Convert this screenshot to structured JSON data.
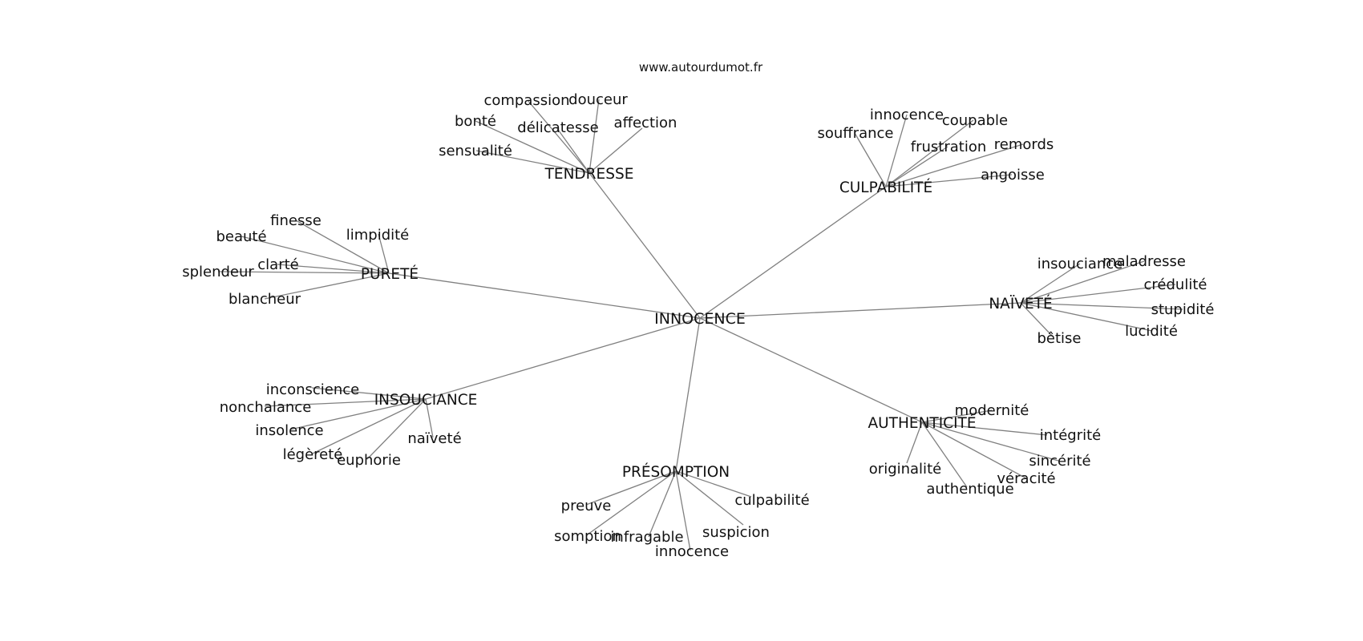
{
  "source": "www.autourdumot.fr",
  "center": "INNOCENCE",
  "clusters": [
    {
      "label": "TENDRESSE",
      "leaves": [
        "compassion",
        "douceur",
        "bonté",
        "délicatesse",
        "affection",
        "sensualité"
      ]
    },
    {
      "label": "CULPABILITÉ",
      "leaves": [
        "innocence",
        "coupable",
        "souffrance",
        "frustration",
        "remords",
        "angoisse"
      ]
    },
    {
      "label": "PURETÉ",
      "leaves": [
        "finesse",
        "beauté",
        "limpidité",
        "clarté",
        "splendeur",
        "blancheur"
      ]
    },
    {
      "label": "NAÏVETÉ",
      "leaves": [
        "insouciance",
        "maladresse",
        "crédulité",
        "stupidité",
        "lucidité",
        "bêtise"
      ]
    },
    {
      "label": "INSOUCIANCE",
      "leaves": [
        "inconscience",
        "nonchalance",
        "insolence",
        "légèreté",
        "euphorie",
        "naïveté"
      ]
    },
    {
      "label": "AUTHENTICITÉ",
      "leaves": [
        "modernité",
        "intégrité",
        "sincérité",
        "véracité",
        "authentique",
        "originalité"
      ]
    },
    {
      "label": "PRÉSOMPTION",
      "leaves": [
        "culpabilité",
        "preuve",
        "suspicion",
        "somption",
        "infragable",
        "innocence"
      ]
    }
  ]
}
